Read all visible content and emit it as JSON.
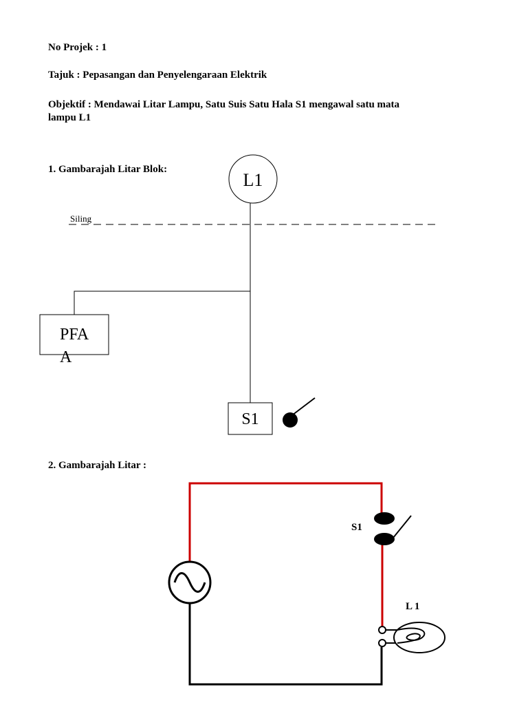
{
  "header": {
    "project_no": "No Projek : 1",
    "title": "Tajuk : Pepasangan dan Penyelengaraan Elektrik",
    "objective_line1": "Objektif : Mendawai Litar Lampu, Satu Suis Satu Hala S1 mengawal satu mata",
    "objective_line2": "lampu L1"
  },
  "block_diagram": {
    "heading": "1. Gambarajah Litar Blok:",
    "lamp_label": "L1",
    "ceiling_label": "Siling",
    "dist_board_label_line1": "PFA",
    "dist_board_label_line2": "A",
    "switch_label": "S1"
  },
  "circuit_diagram": {
    "heading": "2. Gambarajah Litar :",
    "switch_label": "S1",
    "lamp_label": "L 1",
    "live_color": "#cc0000",
    "neutral_color": "#000000"
  }
}
